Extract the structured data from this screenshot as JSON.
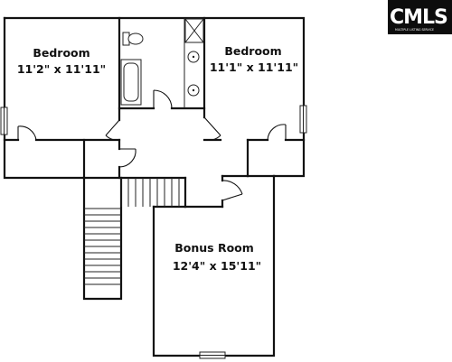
{
  "logo": {
    "text": "CMLS",
    "tagline": "MULTIPLE LISTING SERVICE"
  },
  "rooms": [
    {
      "id": "bedroom-left",
      "name": "Bedroom",
      "dimensions": "11'2\" x 11'11\""
    },
    {
      "id": "bedroom-right",
      "name": "Bedroom",
      "dimensions": "11'1\" x 11'11\""
    },
    {
      "id": "bonus-room",
      "name": "Bonus Room",
      "dimensions": "12'4\" x 15'11\""
    }
  ]
}
